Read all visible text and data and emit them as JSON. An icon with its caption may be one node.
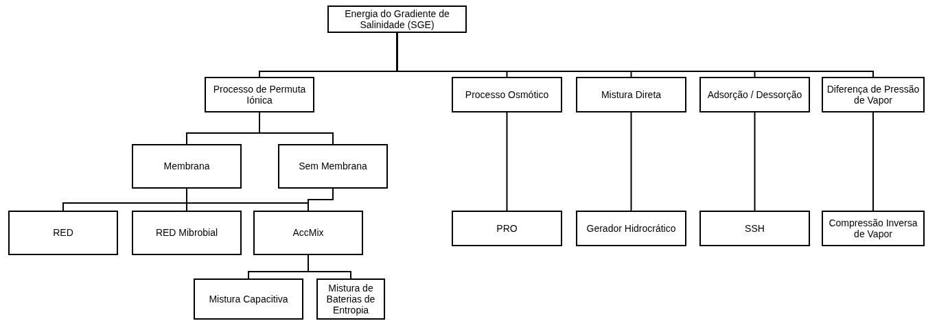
{
  "diagram": {
    "nodes": [
      {
        "text": [
          "Energia do Gradiente de Salinidade (SGE)"
        ]
      },
      {
        "text": [
          "Processo de Permuta Iónica"
        ]
      },
      {
        "text": [
          "Processo Osmótico"
        ]
      },
      {
        "text": [
          "Mistura Direta"
        ]
      },
      {
        "text": [
          "Adsorção / Dessorção"
        ]
      },
      {
        "text": [
          "Diferença de Pressão de Vapor"
        ]
      },
      {
        "text": [
          "Membrana"
        ]
      },
      {
        "text": [
          "Sem Membrana"
        ]
      },
      {
        "text": [
          "RED"
        ]
      },
      {
        "text": [
          "RED Mibrobial"
        ]
      },
      {
        "text": [
          "AccMix"
        ]
      },
      {
        "text": [
          "PRO"
        ]
      },
      {
        "text": [
          "Gerador Hidrocrático"
        ]
      },
      {
        "text": [
          "SSH"
        ]
      },
      {
        "text": [
          "Compressão Inversa de Vapor"
        ]
      },
      {
        "text": [
          "Mistura Capacitiva"
        ]
      },
      {
        "text": [
          "Mistura de Baterias de Entropia"
        ]
      }
    ],
    "edges": [
      {
        "from": 0,
        "to": 1,
        "arrow": "none"
      },
      {
        "from": 0,
        "to": 2,
        "arrow": "none"
      },
      {
        "from": 0,
        "to": 3,
        "arrow": "none"
      },
      {
        "from": 0,
        "to": 4,
        "arrow": "none"
      },
      {
        "from": 0,
        "to": 5,
        "arrow": "none"
      },
      {
        "from": 1,
        "to": 6,
        "arrow": "none"
      },
      {
        "from": 1,
        "to": 7,
        "arrow": "none"
      },
      {
        "from": 6,
        "to": 8,
        "arrow": "none"
      },
      {
        "from": 6,
        "to": 9,
        "arrow": "none"
      },
      {
        "from": 6,
        "to": 10,
        "arrow": "none"
      },
      {
        "from": 7,
        "to": 10,
        "arrow": "none"
      },
      {
        "from": 2,
        "to": 11,
        "arrow": "none"
      },
      {
        "from": 3,
        "to": 12,
        "arrow": "none"
      },
      {
        "from": 4,
        "to": 13,
        "arrow": "none"
      },
      {
        "from": 5,
        "to": 14,
        "arrow": "none"
      },
      {
        "from": 10,
        "to": 15,
        "arrow": "none"
      },
      {
        "from": 10,
        "to": 16,
        "arrow": "none"
      }
    ]
  }
}
